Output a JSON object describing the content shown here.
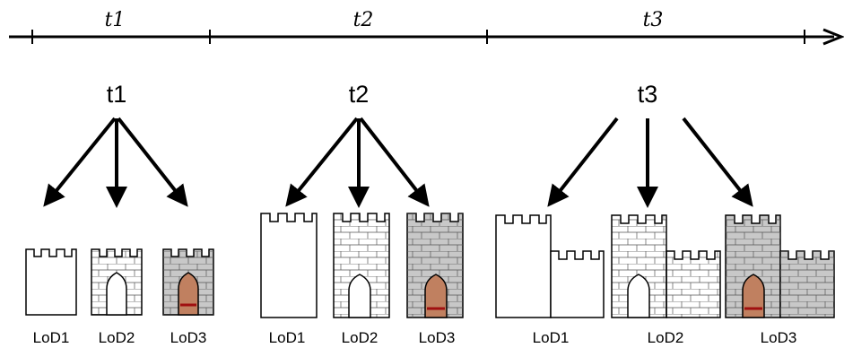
{
  "timeline": {
    "labels": [
      "t1",
      "t2",
      "t3"
    ]
  },
  "groups": [
    {
      "label": "t1",
      "lods": [
        "LoD1",
        "LoD2",
        "LoD3"
      ]
    },
    {
      "label": "t2",
      "lods": [
        "LoD1",
        "LoD2",
        "LoD3"
      ]
    },
    {
      "label": "t3",
      "lods": [
        "LoD1",
        "LoD2",
        "LoD3"
      ]
    }
  ],
  "colors": {
    "line": "#000000",
    "lod1_fill": "#ffffff",
    "lod2_fill": "#ffffff",
    "lod3_fill": "#c8c8c8",
    "door_fill": "#c08060",
    "door_bar": "#a01010"
  }
}
